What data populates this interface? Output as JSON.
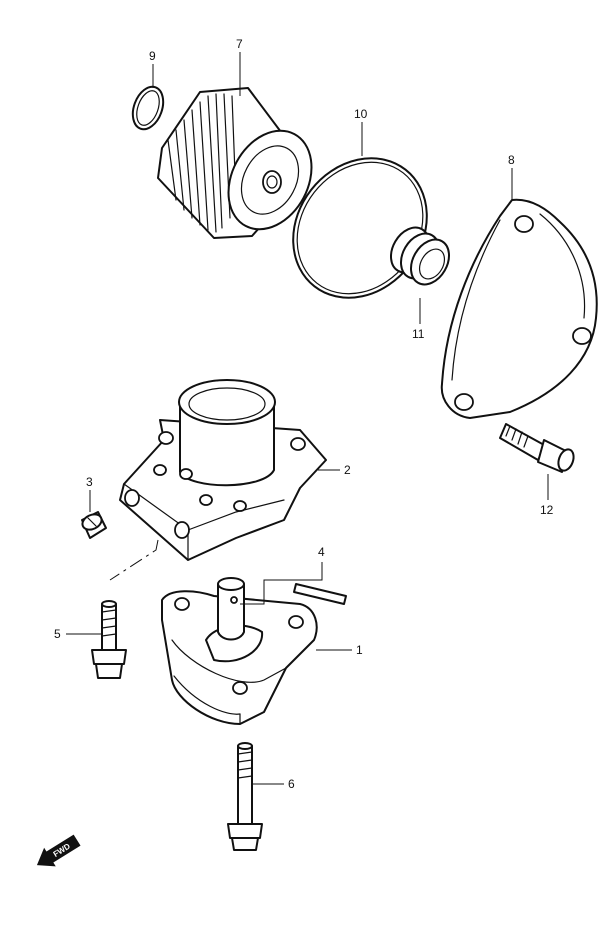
{
  "callouts": [
    {
      "id": "1",
      "label": "1"
    },
    {
      "id": "2",
      "label": "2"
    },
    {
      "id": "3",
      "label": "3"
    },
    {
      "id": "4",
      "label": "4"
    },
    {
      "id": "5",
      "label": "5"
    },
    {
      "id": "6",
      "label": "6"
    },
    {
      "id": "7",
      "label": "7"
    },
    {
      "id": "8",
      "label": "8"
    },
    {
      "id": "9",
      "label": "9"
    },
    {
      "id": "10",
      "label": "10"
    },
    {
      "id": "11",
      "label": "11"
    },
    {
      "id": "12",
      "label": "12"
    }
  ],
  "direction_arrow": {
    "label": "FWD"
  },
  "colors": {
    "ink": "#111111",
    "paper": "#ffffff"
  }
}
